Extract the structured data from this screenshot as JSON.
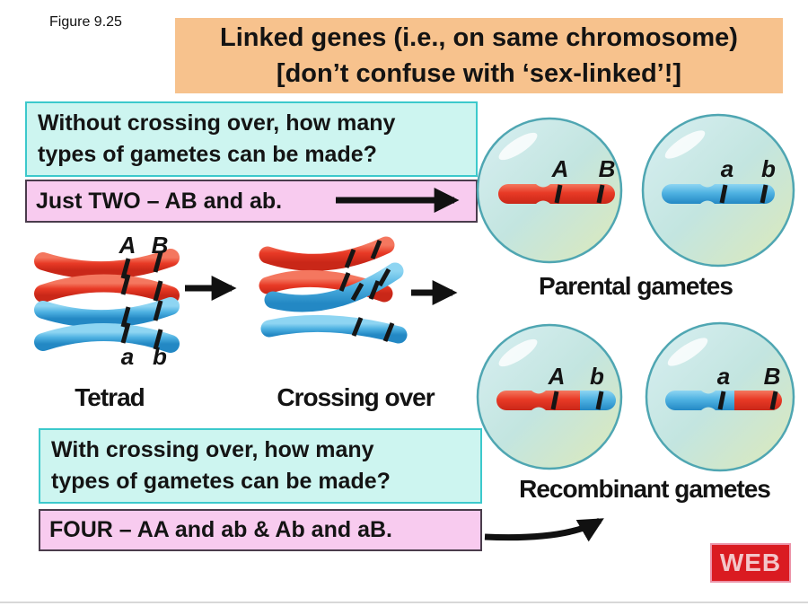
{
  "figure_label": "Figure 9.25",
  "banner": {
    "text": "Linked genes (i.e., on same chromosome)\n[don’t confuse with ‘sex-linked’!]"
  },
  "question1": "Without crossing over, how many\ntypes of gametes can be made?",
  "answer1": "Just TWO – AB and ab.",
  "question2": "With crossing over, how many\ntypes of gametes can be made?",
  "answer2": "FOUR – AA and ab & Ab and aB.",
  "labels": {
    "tetrad": "Tetrad",
    "crossing_over": "Crossing over",
    "parental": "Parental gametes",
    "recombinant": "Recombinant gametes"
  },
  "alleles": {
    "tetrad_top_left": "A",
    "tetrad_top_right": "B",
    "tetrad_bottom_left": "a",
    "tetrad_bottom_right": "b",
    "parental1_left": "A",
    "parental1_right": "B",
    "parental2_left": "a",
    "parental2_right": "b",
    "recombinant1_left": "A",
    "recombinant1_right": "b",
    "recombinant2_left": "a",
    "recombinant2_right": "B"
  },
  "web_button": "WEB",
  "colors": {
    "banner_bg": "#F7C28D",
    "question_bg": "#CDF5F0",
    "question_border": "#3CC9CC",
    "answer_bg": "#F8CBEF",
    "answer_border": "#4A3C4C",
    "chromosome_red": "#E83A26",
    "chromosome_blue": "#4FB2E2",
    "cell_fill": "#C3E5E0",
    "cell_border": "#4FA6B2",
    "web_bg": "#DA1B21",
    "web_border": "#EC93A8",
    "web_text": "#F3C6C9"
  }
}
